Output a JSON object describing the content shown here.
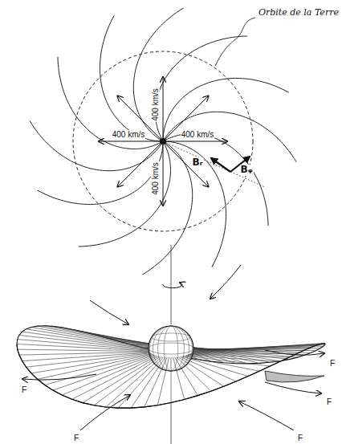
{
  "diagram": {
    "labels": [
      "Orbite de la Terre",
      "400 km/s",
      "400 km/s",
      "400 km/s",
      "400 km/s",
      "Bᵣ",
      "Bᵩ",
      "F",
      "F",
      "F",
      "F",
      "F"
    ]
  }
}
